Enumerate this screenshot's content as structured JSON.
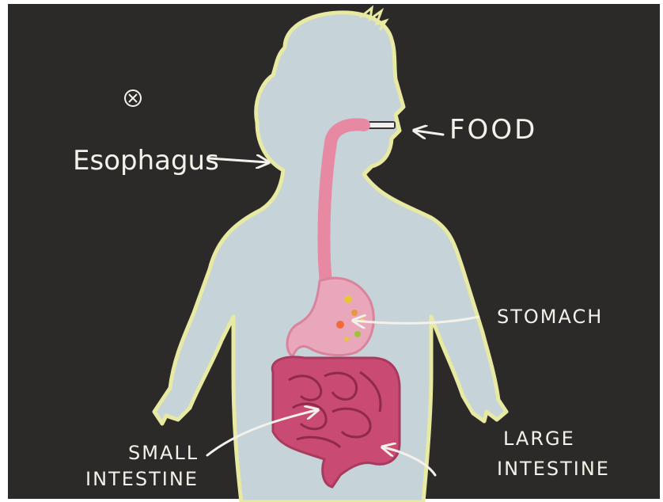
{
  "labels": {
    "food": "FOOD",
    "esophagus": "Esophagus",
    "stomach": "STOMACH",
    "small_intestine_1": "SMALL",
    "small_intestine_2": "INTESTINE",
    "large_intestine_1": "LARGE",
    "large_intestine_2": "INTESTINE"
  },
  "icons": [
    "close-circle-icon"
  ],
  "colors": {
    "board": "#2b2a28",
    "body_fill": "#c6d3d8",
    "body_outline": "#e8e9a2",
    "chalk": "#f4f1ea",
    "esophagus": "#e889a4",
    "intestine": "#c94a72"
  }
}
